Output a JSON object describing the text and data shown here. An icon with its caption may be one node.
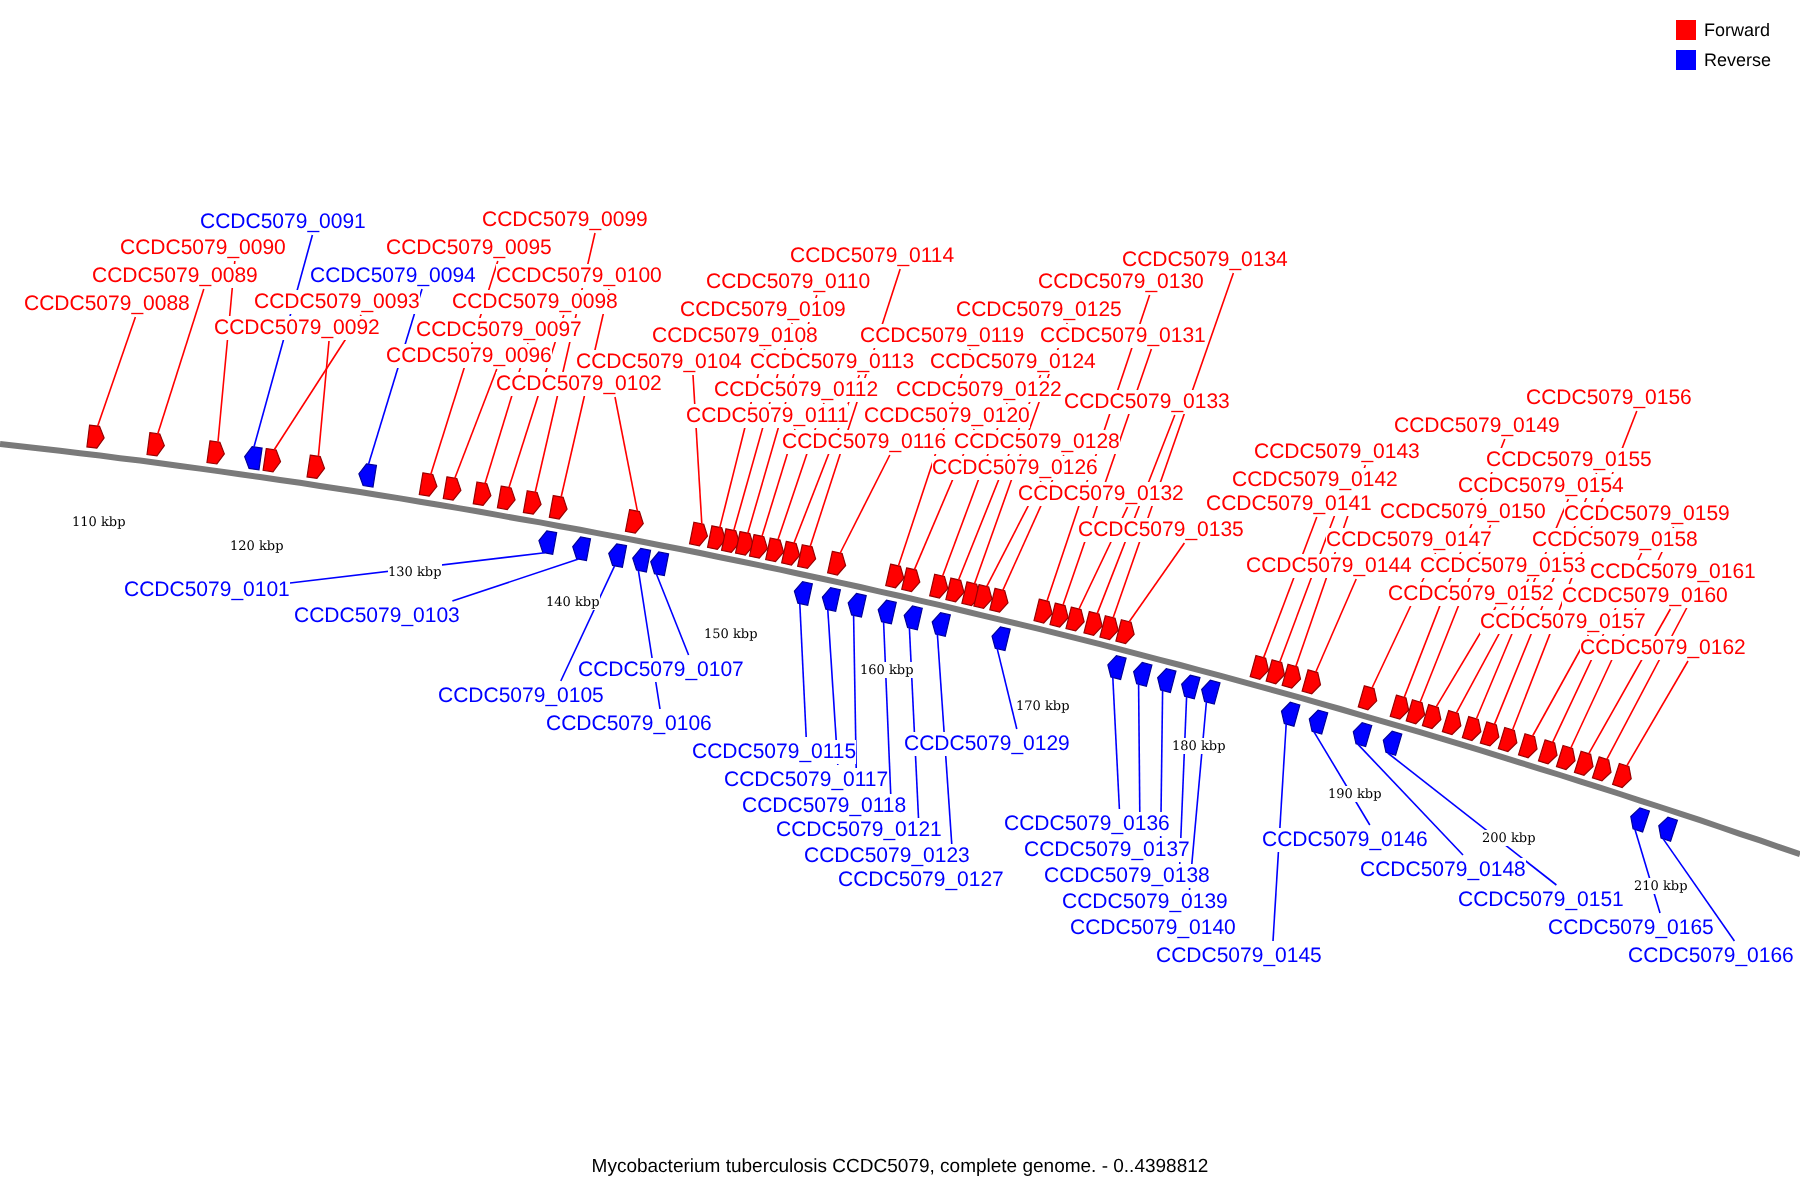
{
  "diagram": {
    "caption": "Mycobacterium tuberculosis CCDC5079, complete genome. - 0..4398812",
    "nodes": [
      {
        "text": [
          "CCDC5079_0088"
        ]
      },
      {
        "text": [
          "CCDC5079_0089"
        ]
      },
      {
        "text": [
          "CCDC5079_0090"
        ]
      },
      {
        "text": [
          "CCDC5079_0091"
        ]
      },
      {
        "text": [
          "CCDC5079_0092"
        ]
      },
      {
        "text": [
          "CCDC5079_0093"
        ]
      },
      {
        "text": [
          "CCDC5079_0094"
        ]
      },
      {
        "text": [
          "CCDC5079_0095"
        ]
      },
      {
        "text": [
          "CCDC5079_0096"
        ]
      },
      {
        "text": [
          "CCDC5079_0097"
        ]
      },
      {
        "text": [
          "CCDC5079_0098"
        ]
      },
      {
        "text": [
          "CCDC5079_0099"
        ]
      },
      {
        "text": [
          "CCDC5079_0100"
        ]
      },
      {
        "text": [
          "CCDC5079_0101"
        ]
      },
      {
        "text": [
          "CCDC5079_0102"
        ]
      },
      {
        "text": [
          "CCDC5079_0103"
        ]
      },
      {
        "text": [
          "CCDC5079_0104"
        ]
      },
      {
        "text": [
          "CCDC5079_0105"
        ]
      },
      {
        "text": [
          "CCDC5079_0106"
        ]
      },
      {
        "text": [
          "CCDC5079_0107"
        ]
      },
      {
        "text": [
          "CCDC5079_0108"
        ]
      },
      {
        "text": [
          "CCDC5079_0109"
        ]
      },
      {
        "text": [
          "CCDC5079_0110"
        ]
      },
      {
        "text": [
          "CCDC5079_0111"
        ]
      },
      {
        "text": [
          "CCDC5079_0112"
        ]
      },
      {
        "text": [
          "CCDC5079_0113"
        ]
      },
      {
        "text": [
          "CCDC5079_0114"
        ]
      },
      {
        "text": [
          "CCDC5079_0115"
        ]
      },
      {
        "text": [
          "CCDC5079_0116"
        ]
      },
      {
        "text": [
          "CCDC5079_0117"
        ]
      },
      {
        "text": [
          "CCDC5079_0118"
        ]
      },
      {
        "text": [
          "CCDC5079_0119"
        ]
      },
      {
        "text": [
          "CCDC5079_0120"
        ]
      },
      {
        "text": [
          "CCDC5079_0121"
        ]
      },
      {
        "text": [
          "CCDC5079_0122"
        ]
      },
      {
        "text": [
          "CCDC5079_0123"
        ]
      },
      {
        "text": [
          "CCDC5079_0124"
        ]
      },
      {
        "text": [
          "CCDC5079_0125"
        ]
      },
      {
        "text": [
          "CCDC5079_0126"
        ]
      },
      {
        "text": [
          "CCDC5079_0127"
        ]
      },
      {
        "text": [
          "CCDC5079_0128"
        ]
      },
      {
        "text": [
          "CCDC5079_0129"
        ]
      },
      {
        "text": [
          "CCDC5079_0130"
        ]
      },
      {
        "text": [
          "CCDC5079_0131"
        ]
      },
      {
        "text": [
          "CCDC5079_0132"
        ]
      },
      {
        "text": [
          "CCDC5079_0133"
        ]
      },
      {
        "text": [
          "CCDC5079_0134"
        ]
      },
      {
        "text": [
          "CCDC5079_0135"
        ]
      },
      {
        "text": [
          "CCDC5079_0136"
        ]
      },
      {
        "text": [
          "CCDC5079_0137"
        ]
      },
      {
        "text": [
          "CCDC5079_0138"
        ]
      },
      {
        "text": [
          "CCDC5079_0139"
        ]
      },
      {
        "text": [
          "CCDC5079_0140"
        ]
      },
      {
        "text": [
          "CCDC5079_0141"
        ]
      },
      {
        "text": [
          "CCDC5079_0142"
        ]
      },
      {
        "text": [
          "CCDC5079_0143"
        ]
      },
      {
        "text": [
          "CCDC5079_0144"
        ]
      },
      {
        "text": [
          "CCDC5079_0145"
        ]
      },
      {
        "text": [
          "CCDC5079_0146"
        ]
      },
      {
        "text": [
          "CCDC5079_0147"
        ]
      },
      {
        "text": [
          "CCDC5079_0148"
        ]
      },
      {
        "text": [
          "CCDC5079_0149"
        ]
      },
      {
        "text": [
          "CCDC5079_0150"
        ]
      },
      {
        "text": [
          "CCDC5079_0151"
        ]
      },
      {
        "text": [
          "CCDC5079_0152"
        ]
      },
      {
        "text": [
          "CCDC5079_0153"
        ]
      },
      {
        "text": [
          "CCDC5079_0154"
        ]
      },
      {
        "text": [
          "CCDC5079_0155"
        ]
      },
      {
        "text": [
          "CCDC5079_0156"
        ]
      },
      {
        "text": [
          "CCDC5079_0157"
        ]
      },
      {
        "text": [
          "CCDC5079_0158"
        ]
      },
      {
        "text": [
          "CCDC5079_0159"
        ]
      },
      {
        "text": [
          "CCDC5079_0160"
        ]
      },
      {
        "text": [
          "CCDC5079_0161"
        ]
      },
      {
        "text": [
          "CCDC5079_0162"
        ]
      },
      {
        "text": [
          "CCDC5079_0165"
        ]
      },
      {
        "text": [
          "CCDC5079_0166"
        ]
      },
      {
        "text": [],
        "shape": "arrow"
      },
      {
        "text": [],
        "shape": "arrow"
      },
      {
        "text": [],
        "shape": "arrow"
      },
      {
        "text": [],
        "shape": "arrow"
      },
      {
        "text": [],
        "shape": "arrow"
      },
      {
        "text": [],
        "shape": "arrow"
      },
      {
        "text": [],
        "shape": "arrow"
      },
      {
        "text": [],
        "shape": "arrow"
      },
      {
        "text": [],
        "shape": "arrow"
      },
      {
        "text": [],
        "shape": "arrow"
      },
      {
        "text": [],
        "shape": "arrow"
      },
      {
        "text": [],
        "shape": "arrow"
      },
      {
        "text": [],
        "shape": "arrow"
      },
      {
        "text": [],
        "shape": "arrow"
      },
      {
        "text": [],
        "shape": "arrow"
      },
      {
        "text": [],
        "shape": "arrow"
      },
      {
        "text": [],
        "shape": "arrow"
      },
      {
        "text": [],
        "shape": "arrow"
      },
      {
        "text": [],
        "shape": "arrow"
      },
      {
        "text": [],
        "shape": "arrow"
      },
      {
        "text": [],
        "shape": "arrow"
      },
      {
        "text": [],
        "shape": "arrow"
      },
      {
        "text": [],
        "shape": "arrow"
      },
      {
        "text": [],
        "shape": "arrow"
      },
      {
        "text": [],
        "shape": "arrow"
      },
      {
        "text": [],
        "shape": "arrow"
      },
      {
        "text": [],
        "shape": "arrow"
      },
      {
        "text": [],
        "shape": "arrow"
      },
      {
        "text": [],
        "shape": "arrow"
      },
      {
        "text": [],
        "shape": "arrow"
      },
      {
        "text": [],
        "shape": "arrow"
      },
      {
        "text": [],
        "shape": "arrow"
      },
      {
        "text": [],
        "shape": "arrow"
      },
      {
        "text": [],
        "shape": "arrow"
      },
      {
        "text": [],
        "shape": "arrow"
      },
      {
        "text": [],
        "shape": "arrow"
      },
      {
        "text": [],
        "shape": "arrow"
      },
      {
        "text": [],
        "shape": "arrow"
      },
      {
        "text": [],
        "shape": "arrow"
      },
      {
        "text": [],
        "shape": "arrow"
      },
      {
        "text": [],
        "shape": "arrow"
      },
      {
        "text": [],
        "shape": "arrow"
      },
      {
        "text": [],
        "shape": "arrow"
      },
      {
        "text": [],
        "shape": "arrow"
      },
      {
        "text": [],
        "shape": "arrow"
      },
      {
        "text": [],
        "shape": "arrow"
      },
      {
        "text": [],
        "shape": "arrow"
      },
      {
        "text": [],
        "shape": "arrow"
      },
      {
        "text": [],
        "shape": "arrow"
      },
      {
        "text": [],
        "shape": "arrow"
      },
      {
        "text": [],
        "shape": "arrow"
      },
      {
        "text": [],
        "shape": "arrow"
      },
      {
        "text": [],
        "shape": "arrow"
      },
      {
        "text": [],
        "shape": "arrow"
      },
      {
        "text": [],
        "shape": "arrow"
      },
      {
        "text": [],
        "shape": "arrow"
      },
      {
        "text": [],
        "shape": "arrow"
      },
      {
        "text": [],
        "shape": "arrow"
      },
      {
        "text": [],
        "shape": "arrow"
      },
      {
        "text": [],
        "shape": "arrow"
      },
      {
        "text": [],
        "shape": "arrow"
      },
      {
        "text": [],
        "shape": "arrow"
      },
      {
        "text": [],
        "shape": "arrow"
      },
      {
        "text": [],
        "shape": "arrow"
      },
      {
        "text": [],
        "shape": "arrow"
      },
      {
        "text": [],
        "shape": "arrow"
      },
      {
        "text": [],
        "shape": "arrow"
      },
      {
        "text": [],
        "shape": "arrow"
      },
      {
        "text": [],
        "shape": "arrow"
      },
      {
        "text": [],
        "shape": "arrow"
      },
      {
        "text": [],
        "shape": "arrow"
      },
      {
        "text": [],
        "shape": "arrow"
      },
      {
        "text": [],
        "shape": "arrow"
      },
      {
        "text": [],
        "shape": "arrow"
      },
      {
        "text": [],
        "shape": "arrow"
      },
      {
        "text": [],
        "shape": "arrow"
      },
      {
        "text": [],
        "shape": "arrow"
      }
    ],
    "edges": [
      {
        "from": 0,
        "to": 77,
        "arrow": "none"
      },
      {
        "from": 1,
        "to": 78,
        "arrow": "none"
      },
      {
        "from": 2,
        "to": 79,
        "arrow": "none"
      },
      {
        "from": 3,
        "to": 80,
        "arrow": "none",
        "color": "#0000ff"
      },
      {
        "from": 4,
        "to": 81,
        "arrow": "none"
      },
      {
        "from": 5,
        "to": 82,
        "arrow": "none"
      },
      {
        "from": 6,
        "to": 83,
        "arrow": "none",
        "color": "#0000ff"
      },
      {
        "from": 7,
        "to": 84,
        "arrow": "none"
      },
      {
        "from": 8,
        "to": 85,
        "arrow": "none"
      },
      {
        "from": 9,
        "to": 86,
        "arrow": "none"
      },
      {
        "from": 10,
        "to": 87,
        "arrow": "none"
      },
      {
        "from": 11,
        "to": 88,
        "arrow": "none"
      },
      {
        "from": 12,
        "to": 89,
        "arrow": "none"
      },
      {
        "from": 13,
        "to": 90,
        "arrow": "none",
        "color": "#0000ff"
      },
      {
        "from": 14,
        "to": 91,
        "arrow": "none"
      },
      {
        "from": 15,
        "to": 92,
        "arrow": "none",
        "color": "#0000ff"
      },
      {
        "from": 16,
        "to": 93,
        "arrow": "none"
      },
      {
        "from": 17,
        "to": 94,
        "arrow": "none",
        "color": "#0000ff"
      },
      {
        "from": 18,
        "to": 95,
        "arrow": "none",
        "color": "#0000ff"
      },
      {
        "from": 19,
        "to": 96,
        "arrow": "none",
        "color": "#0000ff"
      },
      {
        "from": 20,
        "to": 97,
        "arrow": "none"
      },
      {
        "from": 21,
        "to": 98,
        "arrow": "none"
      },
      {
        "from": 22,
        "to": 99,
        "arrow": "none"
      },
      {
        "from": 23,
        "to": 100,
        "arrow": "none"
      },
      {
        "from": 24,
        "to": 101,
        "arrow": "none"
      },
      {
        "from": 25,
        "to": 102,
        "arrow": "none"
      },
      {
        "from": 26,
        "to": 103,
        "arrow": "none"
      },
      {
        "from": 27,
        "to": 104,
        "arrow": "none",
        "color": "#0000ff"
      },
      {
        "from": 28,
        "to": 105,
        "arrow": "none"
      },
      {
        "from": 29,
        "to": 106,
        "arrow": "none",
        "color": "#0000ff"
      },
      {
        "from": 30,
        "to": 107,
        "arrow": "none",
        "color": "#0000ff"
      },
      {
        "from": 31,
        "to": 108,
        "arrow": "none"
      },
      {
        "from": 32,
        "to": 109,
        "arrow": "none"
      },
      {
        "from": 33,
        "to": 110,
        "arrow": "none",
        "color": "#0000ff"
      },
      {
        "from": 34,
        "to": 111,
        "arrow": "none"
      },
      {
        "from": 35,
        "to": 112,
        "arrow": "none",
        "color": "#0000ff"
      },
      {
        "from": 36,
        "to": 113,
        "arrow": "none"
      },
      {
        "from": 37,
        "to": 114,
        "arrow": "none"
      },
      {
        "from": 38,
        "to": 115,
        "arrow": "none"
      },
      {
        "from": 39,
        "to": 116,
        "arrow": "none",
        "color": "#0000ff"
      },
      {
        "from": 40,
        "to": 117,
        "arrow": "none"
      },
      {
        "from": 41,
        "to": 118,
        "arrow": "none",
        "color": "#0000ff"
      },
      {
        "from": 42,
        "to": 119,
        "arrow": "none"
      },
      {
        "from": 43,
        "to": 120,
        "arrow": "none"
      },
      {
        "from": 44,
        "to": 121,
        "arrow": "none"
      },
      {
        "from": 45,
        "to": 122,
        "arrow": "none"
      },
      {
        "from": 46,
        "to": 123,
        "arrow": "none"
      },
      {
        "from": 47,
        "to": 124,
        "arrow": "none"
      },
      {
        "from": 48,
        "to": 125,
        "arrow": "none",
        "color": "#0000ff"
      },
      {
        "from": 49,
        "to": 126,
        "arrow": "none",
        "color": "#0000ff"
      },
      {
        "from": 50,
        "to": 127,
        "arrow": "none",
        "color": "#0000ff"
      },
      {
        "from": 51,
        "to": 128,
        "arrow": "none",
        "color": "#0000ff"
      },
      {
        "from": 52,
        "to": 129,
        "arrow": "none",
        "color": "#0000ff"
      },
      {
        "from": 53,
        "to": 130,
        "arrow": "none"
      },
      {
        "from": 54,
        "to": 131,
        "arrow": "none"
      },
      {
        "from": 55,
        "to": 132,
        "arrow": "none"
      },
      {
        "from": 56,
        "to": 133,
        "arrow": "none"
      },
      {
        "from": 57,
        "to": 134,
        "arrow": "none",
        "color": "#0000ff"
      },
      {
        "from": 58,
        "to": 135,
        "arrow": "none",
        "color": "#0000ff"
      },
      {
        "from": 59,
        "to": 136,
        "arrow": "none"
      },
      {
        "from": 60,
        "to": 137,
        "arrow": "none",
        "color": "#0000ff"
      },
      {
        "from": 61,
        "to": 138,
        "arrow": "none"
      },
      {
        "from": 62,
        "to": 139,
        "arrow": "none"
      },
      {
        "from": 63,
        "to": 140,
        "arrow": "none",
        "color": "#0000ff"
      },
      {
        "from": 64,
        "to": 141,
        "arrow": "none"
      },
      {
        "from": 65,
        "to": 142,
        "arrow": "none"
      },
      {
        "from": 66,
        "to": 143,
        "arrow": "none"
      },
      {
        "from": 67,
        "to": 144,
        "arrow": "none"
      },
      {
        "from": 68,
        "to": 145,
        "arrow": "none"
      },
      {
        "from": 69,
        "to": 146,
        "arrow": "none"
      },
      {
        "from": 70,
        "to": 147,
        "arrow": "none"
      },
      {
        "from": 71,
        "to": 148,
        "arrow": "none"
      },
      {
        "from": 72,
        "to": 149,
        "arrow": "none"
      },
      {
        "from": 73,
        "to": 150,
        "arrow": "none"
      },
      {
        "from": 74,
        "to": 151,
        "arrow": "none"
      },
      {
        "from": 75,
        "to": 152,
        "arrow": "none",
        "color": "#0000ff"
      },
      {
        "from": 76,
        "to": 153,
        "arrow": "none",
        "color": "#0000ff"
      }
    ],
    "labels": [
      "110 kbp",
      "120 kbp",
      "130 kbp",
      "140 kbp",
      "150 kbp",
      "160 kbp",
      "170 kbp",
      "180 kbp",
      "190 kbp",
      "200 kbp",
      "210 kbp"
    ],
    "legend": [
      {
        "text": "Forward",
        "color": "#ff0000"
      },
      {
        "text": "Reverse",
        "color": "#0000ff"
      }
    ]
  }
}
